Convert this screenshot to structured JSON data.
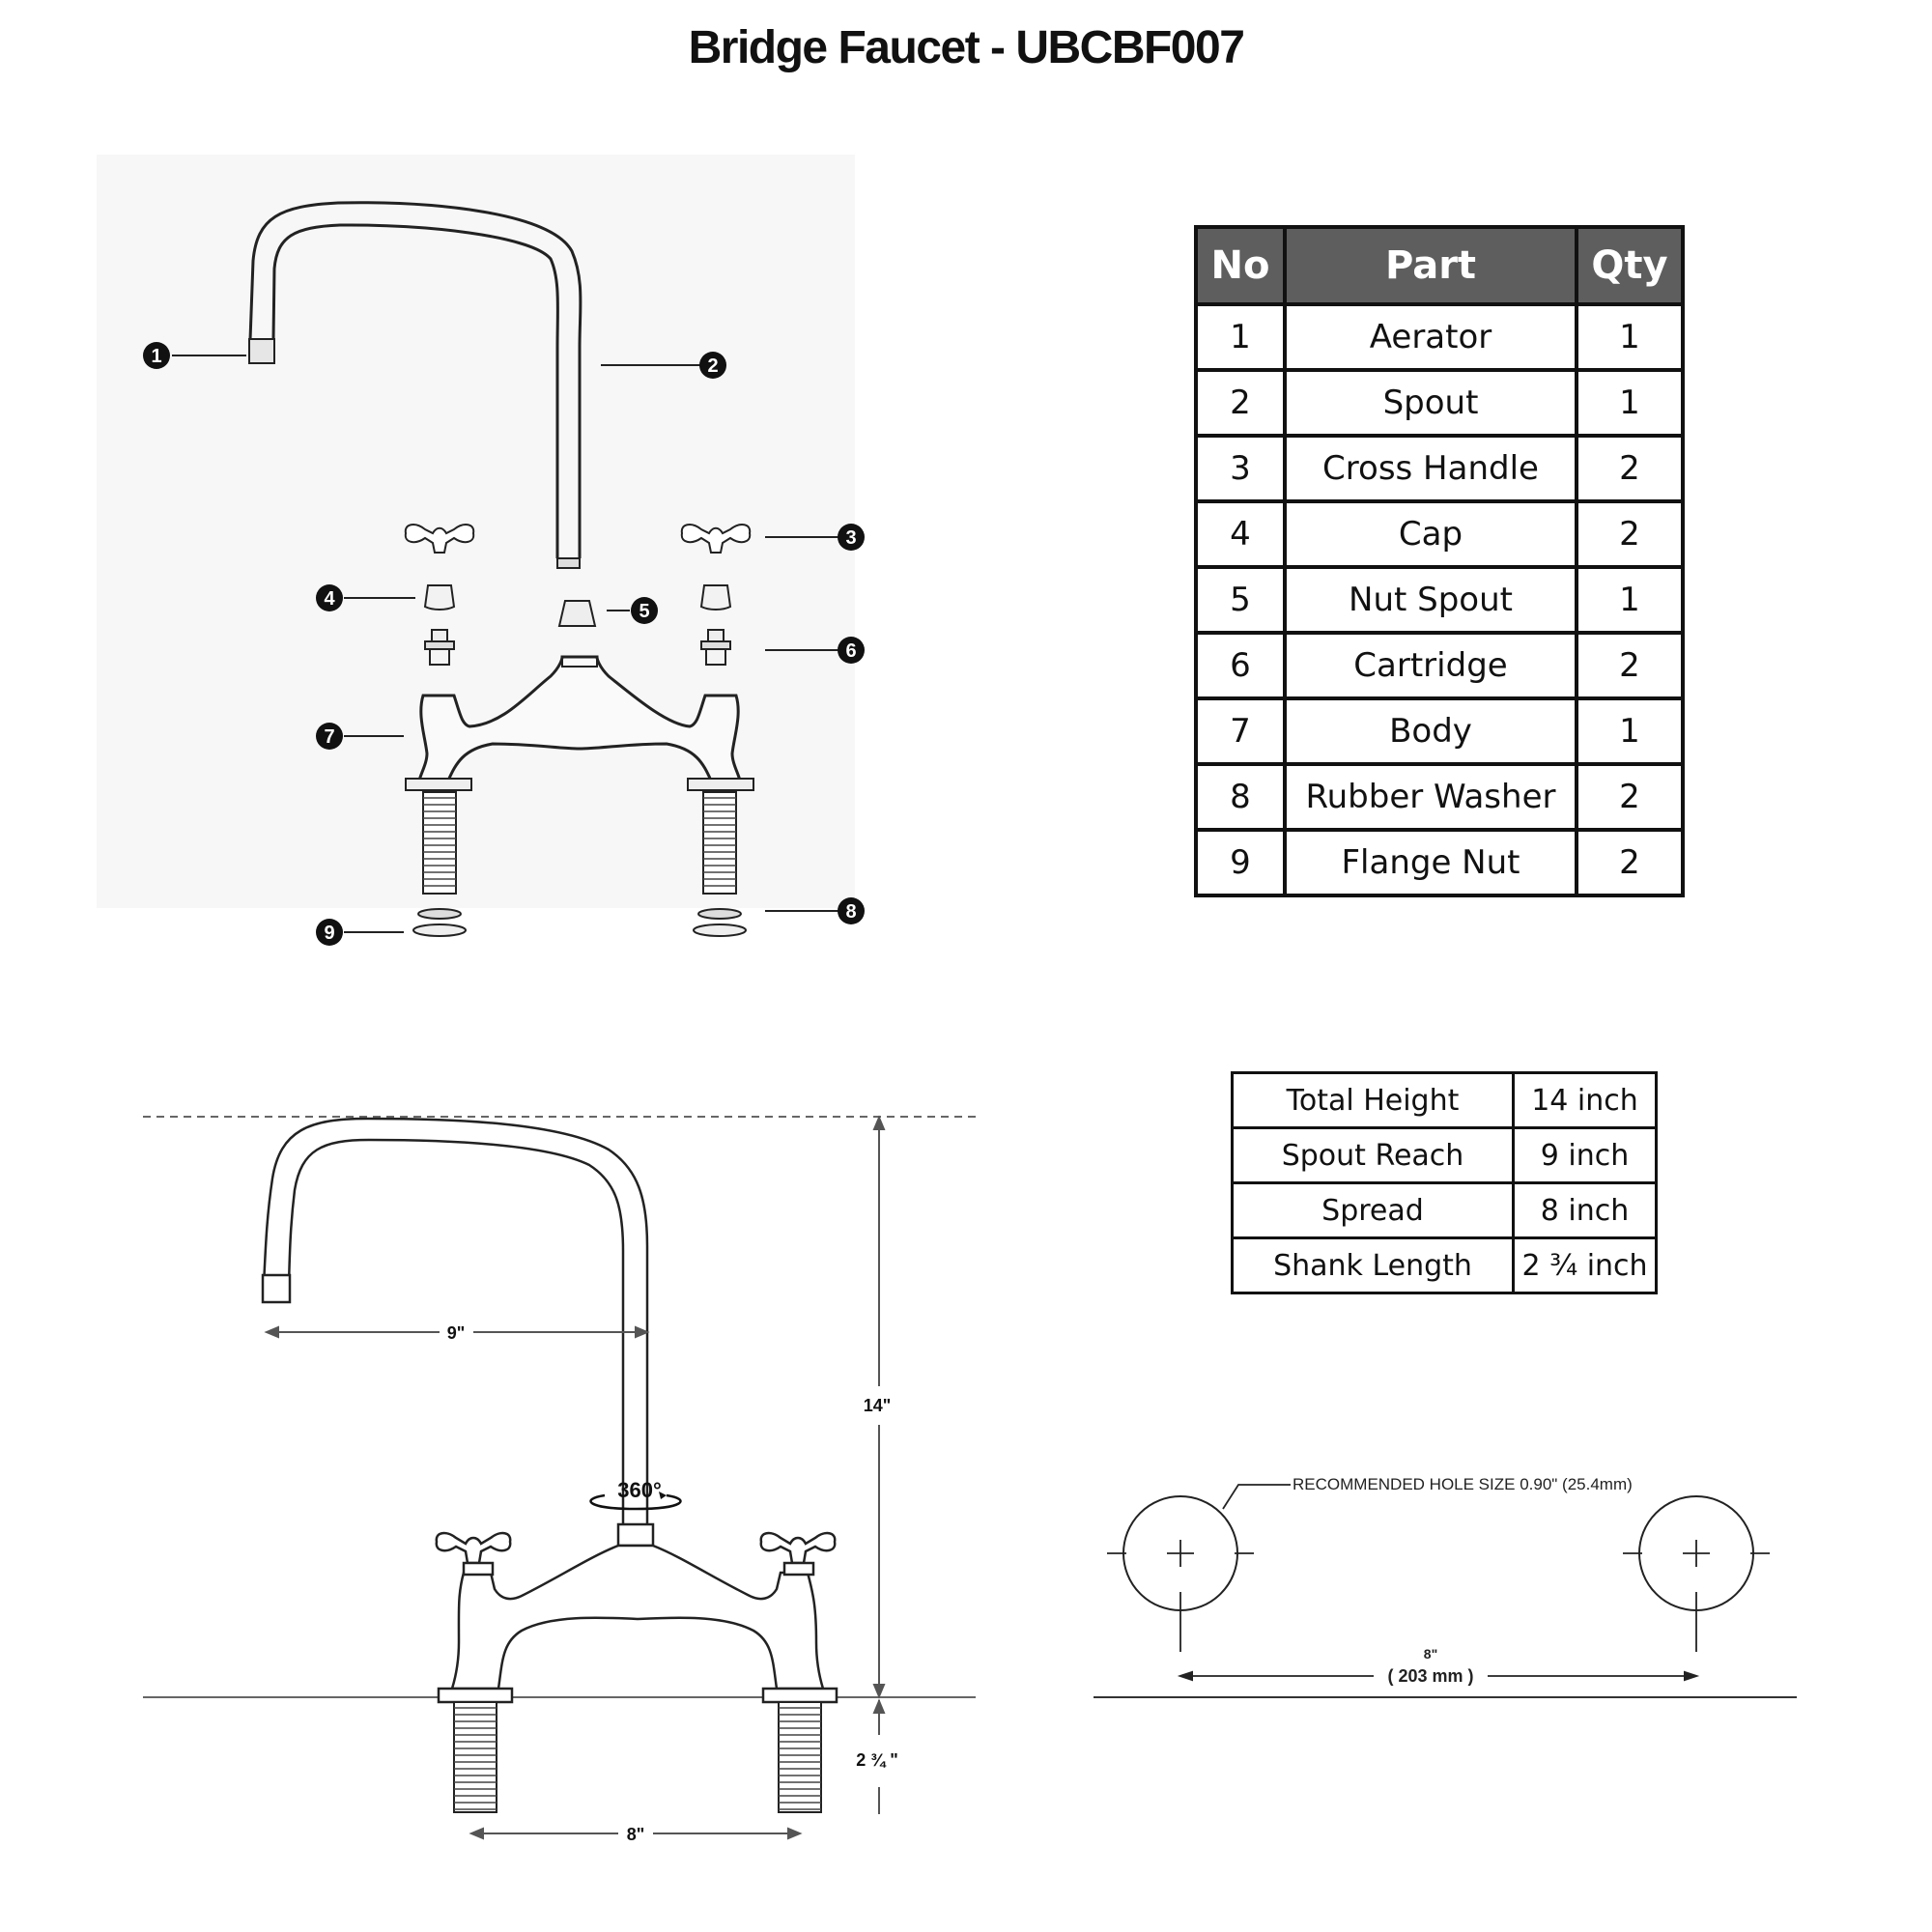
{
  "title": "Bridge Faucet - UBCBF007",
  "parts_table": {
    "headers": {
      "no": "No",
      "part": "Part",
      "qty": "Qty"
    },
    "rows": [
      {
        "no": "1",
        "part": "Aerator",
        "qty": "1"
      },
      {
        "no": "2",
        "part": "Spout",
        "qty": "1"
      },
      {
        "no": "3",
        "part": "Cross Handle",
        "qty": "2"
      },
      {
        "no": "4",
        "part": "Cap",
        "qty": "2"
      },
      {
        "no": "5",
        "part": "Nut Spout",
        "qty": "1"
      },
      {
        "no": "6",
        "part": "Cartridge",
        "qty": "2"
      },
      {
        "no": "7",
        "part": "Body",
        "qty": "1"
      },
      {
        "no": "8",
        "part": "Rubber Washer",
        "qty": "2"
      },
      {
        "no": "9",
        "part": "Flange Nut",
        "qty": "2"
      }
    ]
  },
  "specs_table": [
    {
      "label": "Total Height",
      "value": "14 inch"
    },
    {
      "label": "Spout Reach",
      "value": "9 inch"
    },
    {
      "label": "Spread",
      "value": "8 inch"
    },
    {
      "label": "Shank Length",
      "value": "2 ¾ inch"
    }
  ],
  "callouts": [
    "1",
    "2",
    "3",
    "4",
    "5",
    "6",
    "7",
    "8",
    "9"
  ],
  "dimensions": {
    "reach": "9\"",
    "height": "14\"",
    "shank": "2 ¾ \"",
    "spread": "8\"",
    "rotation": "360°"
  },
  "hole_diagram": {
    "note": "RECOMMENDED HOLE SIZE   0.90\" (25.4mm)",
    "spacing_in": "8\"",
    "spacing_mm": "(  203 mm  )"
  },
  "colors": {
    "header_bg": "#5e5e5e",
    "line": "#222222",
    "dim_line": "#555555"
  }
}
